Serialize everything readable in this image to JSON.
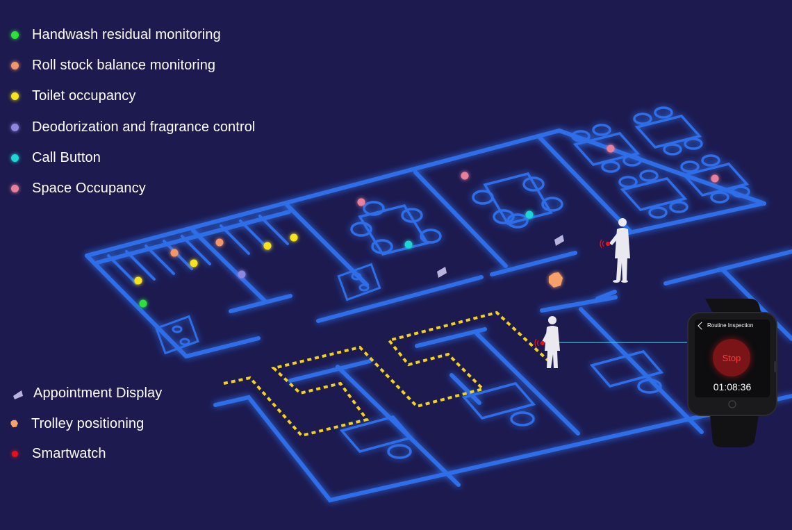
{
  "legend_top": [
    {
      "label": "Handwash residual monitoring",
      "color": "#2fe03a"
    },
    {
      "label": "Roll stock balance monitoring",
      "color": "#f3966a"
    },
    {
      "label": "Toilet occupancy",
      "color": "#f7e31d"
    },
    {
      "label": "Deodorization and fragrance control",
      "color": "#8f86e0"
    },
    {
      "label": "Call Button",
      "color": "#1fd6d6"
    },
    {
      "label": "Space Occupancy",
      "color": "#e8809c"
    }
  ],
  "legend_bottom": [
    {
      "label": "Appointment Display",
      "icon": "appointment-display-icon",
      "color": "#b9b4de"
    },
    {
      "label": "Trolley positioning",
      "icon": "trolley-icon",
      "color": "#f6a06a"
    },
    {
      "label": "Smartwatch",
      "icon": "smartwatch-dot-icon",
      "color": "#e6121b"
    }
  ],
  "watch": {
    "title": "Routine Inspection",
    "button_label": "Stop",
    "timer": "01:08:36"
  },
  "colors": {
    "background": "#1c1a4f",
    "wall": "#2f6ee8",
    "path": "#f2d21c"
  }
}
